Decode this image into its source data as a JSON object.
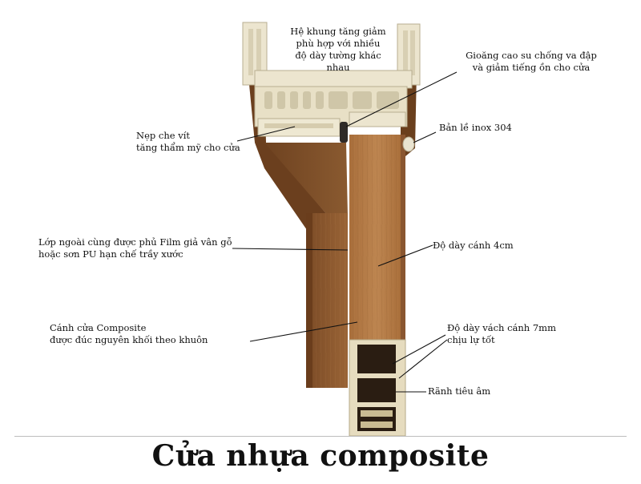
{
  "title": "Cửa nhựa composite",
  "labels": {
    "frame": [
      "Hệ khung tăng giảm",
      "phù hợp với nhiều",
      "độ dày tường khác",
      "nhau"
    ],
    "gasket": [
      "Gioăng cao su chống va đập",
      "và giảm tiếng ồn cho cửa"
    ],
    "cover_strip": [
      "Nẹp che vít",
      "tăng thẩm mỹ cho cửa"
    ],
    "hinge": [
      "Bản lề inox 304"
    ],
    "outer_layer": [
      "Lớp ngoài cùng được phủ Film giả vân gỗ",
      "hoặc sơn PU hạn chế trầy xước"
    ],
    "leaf_thickness": [
      "Độ dày cánh 4cm"
    ],
    "composite_leaf": [
      "Cánh cửa Composite",
      "được đúc nguyên khối theo khuôn"
    ],
    "wall_thickness": [
      "Độ dày vách cánh 7mm",
      "chịu lự tốt"
    ],
    "sound_groove": [
      "Rãnh tiêu âm"
    ]
  },
  "colors": {
    "wood_dark": "#7a4a26",
    "wood_mid": "#9c6536",
    "wood_light": "#b5773f",
    "pvc": "#ece5cf",
    "pvc_shadow": "#cfc6a8",
    "leaf_face": "#b47a45"
  }
}
